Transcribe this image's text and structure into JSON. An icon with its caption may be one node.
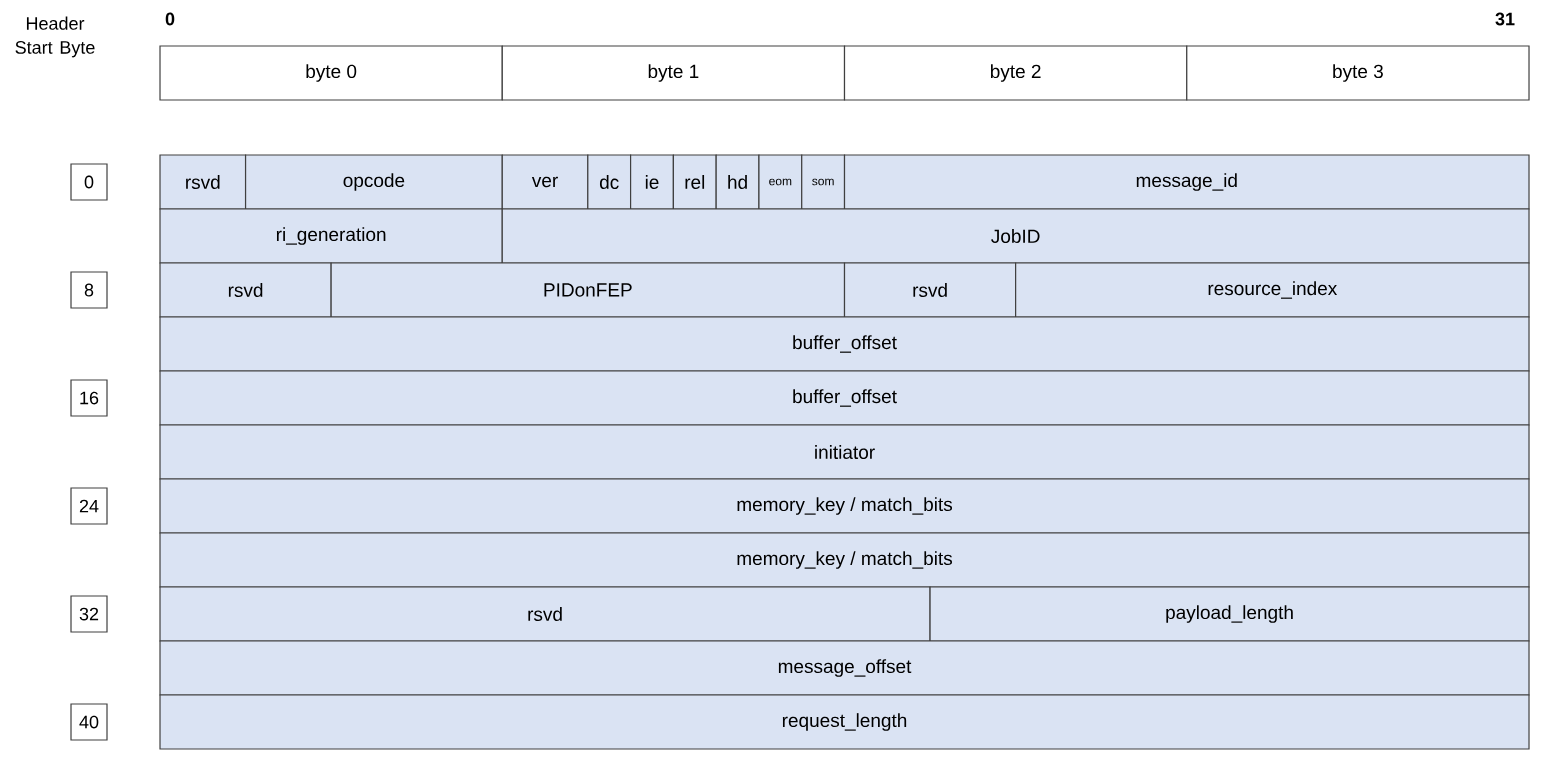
{
  "diagram": {
    "nodes": [
      {
        "text": [
          "byte 0"
        ]
      },
      {
        "text": [
          "byte 1"
        ]
      },
      {
        "text": [
          "byte 2"
        ]
      },
      {
        "text": [
          "byte 3"
        ]
      },
      {
        "text": [
          "0"
        ]
      },
      {
        "text": [
          "rsvd"
        ]
      },
      {
        "text": [
          "opcode"
        ]
      },
      {
        "text": [
          "ver"
        ]
      },
      {
        "text": [
          "dc"
        ]
      },
      {
        "text": [
          "ie"
        ]
      },
      {
        "text": [
          "rel"
        ]
      },
      {
        "text": [
          "hd"
        ]
      },
      {
        "text": [
          "eom"
        ]
      },
      {
        "text": [
          "som"
        ]
      },
      {
        "text": [
          "message_id"
        ]
      },
      {
        "text": [
          "ri_generation"
        ]
      },
      {
        "text": [
          "JobID"
        ]
      },
      {
        "text": [
          "8"
        ]
      },
      {
        "text": [
          "rsvd"
        ]
      },
      {
        "text": [
          "PIDonFEP"
        ]
      },
      {
        "text": [
          "rsvd"
        ]
      },
      {
        "text": [
          "resource_index"
        ]
      },
      {
        "text": [
          "buffer_offset"
        ]
      },
      {
        "text": [
          "16"
        ]
      },
      {
        "text": [
          "buffer_offset"
        ]
      },
      {
        "text": [
          "initiator"
        ]
      },
      {
        "text": [
          "24"
        ]
      },
      {
        "text": [
          "memory_key / match_bits"
        ]
      },
      {
        "text": [
          "memory_key / match_bits"
        ]
      },
      {
        "text": [
          "32"
        ]
      },
      {
        "text": [
          "rsvd"
        ]
      },
      {
        "text": [
          "payload_length"
        ]
      },
      {
        "text": [
          "message_offset"
        ]
      },
      {
        "text": [
          "40"
        ]
      },
      {
        "text": [
          "request_length"
        ]
      }
    ],
    "labels": [
      "Header Start Byte",
      "0",
      "31"
    ]
  }
}
